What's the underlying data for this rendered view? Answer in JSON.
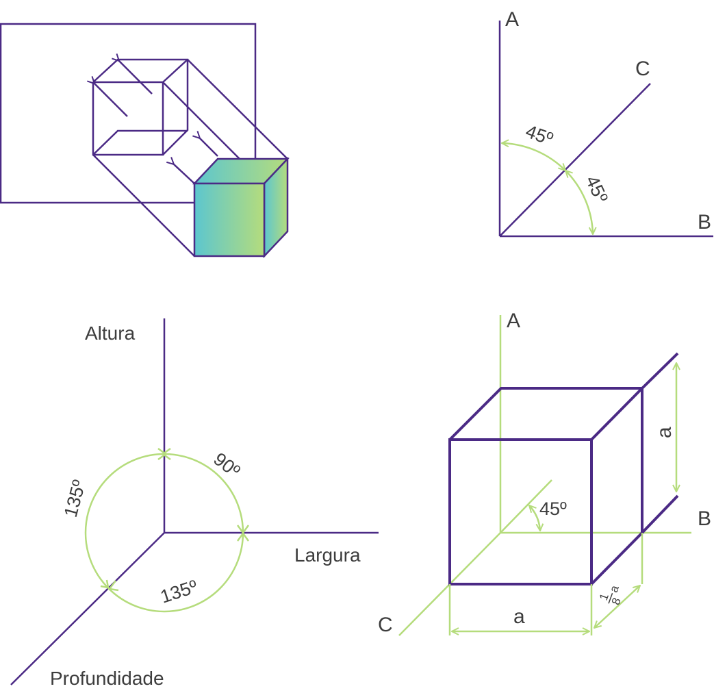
{
  "colors": {
    "purple": "#4b2a85",
    "green": "#b5dc7c",
    "text": "#3d3d3d",
    "gradient_start": "#5cc6cf",
    "gradient_end": "#b5dc7c"
  },
  "panel_angle": {
    "label_a": "A",
    "label_b": "B",
    "label_c": "C",
    "angle_upper": "45º",
    "angle_lower": "45º"
  },
  "panel_axes": {
    "height_label": "Altura",
    "width_label": "Largura",
    "depth_label": "Profundidade",
    "angle_top_right": "90º",
    "angle_left": "135º",
    "angle_bottom": "135º"
  },
  "panel_cube": {
    "label_a": "A",
    "label_b": "B",
    "label_c": "C",
    "angle": "45º",
    "width_dim": "a",
    "height_dim": "a",
    "depth_dim_numerator": "1",
    "depth_dim_denominator": "8",
    "depth_dim_var": "a"
  }
}
